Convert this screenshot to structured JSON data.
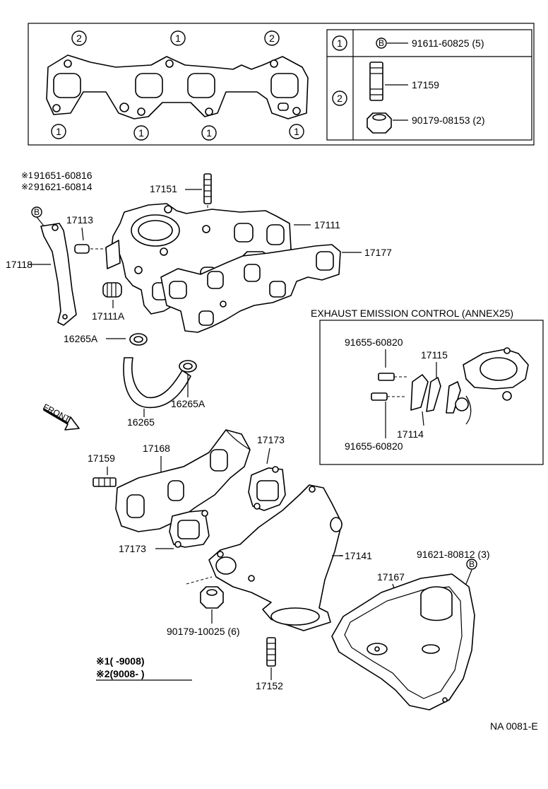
{
  "gasket_table": {
    "rows": [
      {
        "key": "1",
        "symbol": "B",
        "text": "91611-60825 (5)"
      },
      {
        "key": "2",
        "parts": [
          "17159",
          "90179-08153 (2)"
        ]
      }
    ]
  },
  "gasket_markers": {
    "top": [
      "2",
      "1",
      "2"
    ],
    "bottom": [
      "1",
      "1",
      "1",
      "1"
    ]
  },
  "labels": {
    "p91651": "91651-60816",
    "p91621_small": "91621-60814",
    "note_mark_1": "※1",
    "note_mark_2": "※2",
    "b_symbol": "B",
    "p17151": "17151",
    "p17113": "17113",
    "p17111": "17111",
    "p17177": "17177",
    "p17118": "17118",
    "p17111A": "17111A",
    "p16265A_1": "16265A",
    "p16265A_2": "16265A",
    "p16265": "16265",
    "front": "FRONT",
    "p17159": "17159",
    "p17168": "17168",
    "p17173_1": "17173",
    "p17173_2": "17173",
    "p17141": "17141",
    "p90179_10025": "90179-10025 (6)",
    "p91621_80812": "91621-80812 (3)",
    "p17167": "17167",
    "p17152": "17152",
    "note1": "※1(      -9008)",
    "note2": "※2(9008-      )",
    "code": "NA 0081-E"
  },
  "annex": {
    "title": "EXHAUST EMISSION CONTROL (ANNEX25)",
    "p91655_a": "91655-60820",
    "p17115": "17115",
    "p17114": "17114",
    "p91655_b": "91655-60820"
  }
}
